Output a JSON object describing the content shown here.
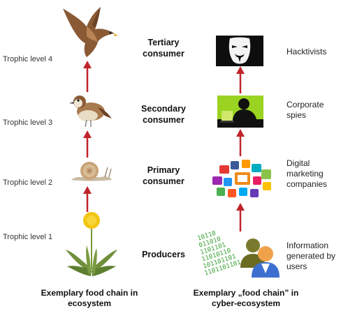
{
  "levels": [
    "Trophic level 4",
    "Trophic level 3",
    "Trophic level 2",
    "Trophic level 1"
  ],
  "roles": [
    "Tertiary consumer",
    "Secondary consumer",
    "Primary consumer",
    "Producers"
  ],
  "cyber": [
    "Hacktivists",
    "Corporate spies",
    "Digital marketing companies",
    "Information generated by users"
  ],
  "captions": {
    "eco": "Exemplary food chain in ecosystem",
    "cyber": "Exemplary „food chain” in cyber-ecosystem"
  },
  "binary_lines": [
    "10110",
    "011010",
    "1101101",
    "11010110",
    "101101101",
    "1101101101"
  ],
  "colors": {
    "arrow": "#c0252b",
    "binary": "#3aa335"
  },
  "icons": [
    "hawk-icon",
    "sparrow-icon",
    "snail-icon",
    "dandelion-icon",
    "anonymous-mask-icon",
    "spy-silhouette-icon",
    "social-media-icon-cloud",
    "users-icon"
  ]
}
